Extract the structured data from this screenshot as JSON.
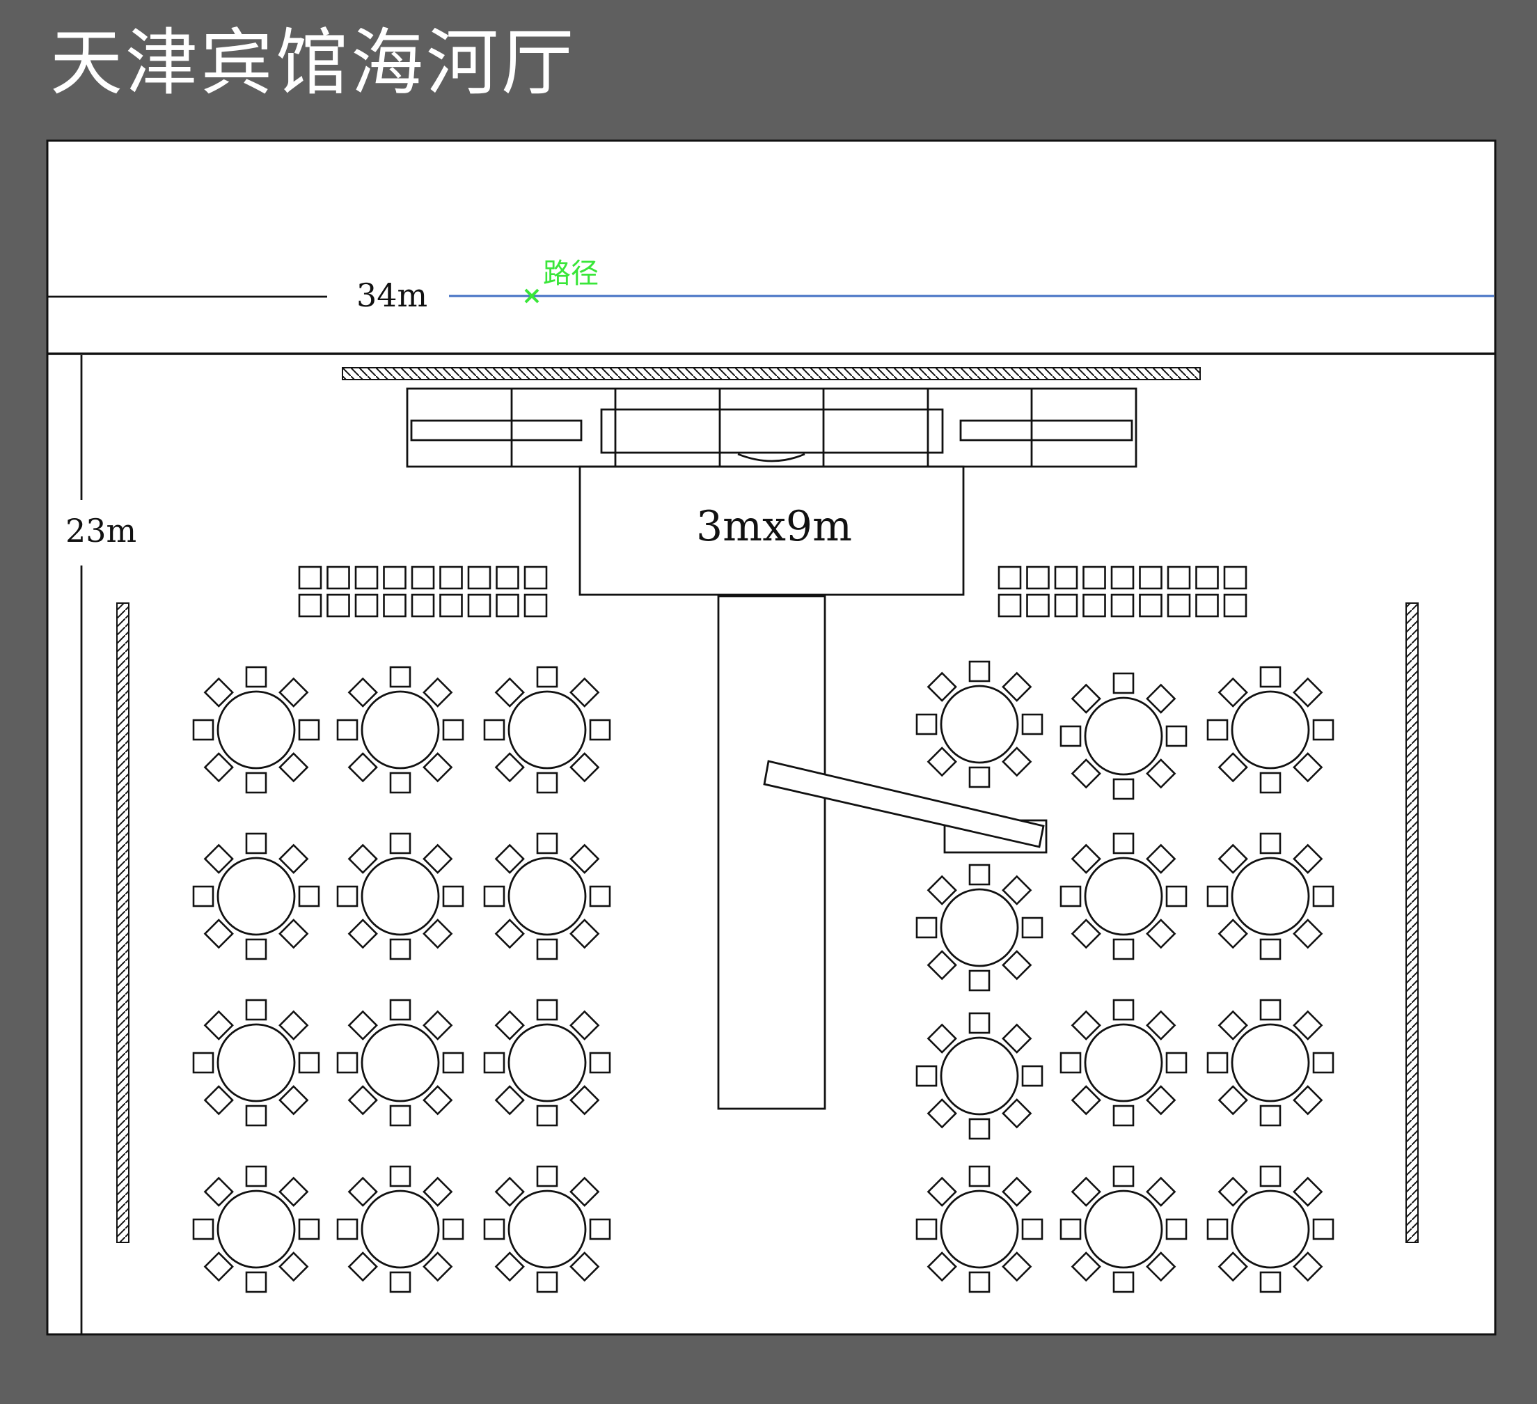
{
  "title": "天津宾馆海河厅",
  "width_label": "34m",
  "height_label": "23m",
  "stage_label": "3mx9m",
  "path_label": "路径",
  "colors": {
    "background": "#5f5f5f",
    "canvas": "#ffffff",
    "line": "#111111",
    "path_line": "#4472c4",
    "path_marker": "#39e639"
  }
}
